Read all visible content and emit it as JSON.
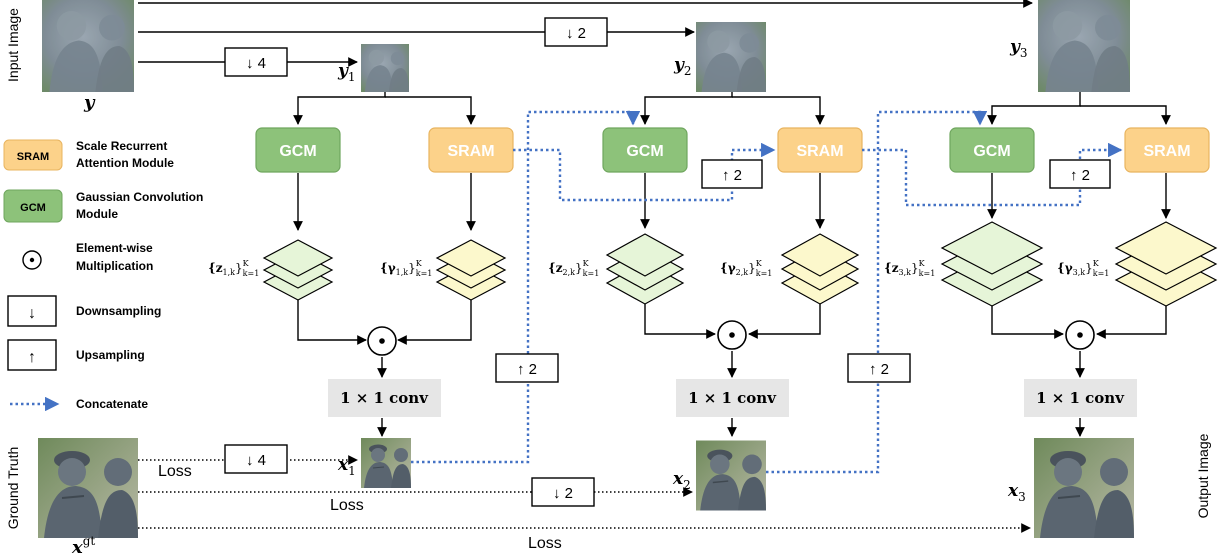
{
  "labels": {
    "input_image": "Input Image",
    "ground_truth": "Ground Truth",
    "output_image": "Output Image",
    "y": "y",
    "y1": "y",
    "y1_sub": "1",
    "y2": "y",
    "y2_sub": "2",
    "y3": "y",
    "y3_sub": "3",
    "x1": "x",
    "x1_sub": "1",
    "x2": "x",
    "x2_sub": "2",
    "x3": "x",
    "x3_sub": "3",
    "xgt": "x",
    "xgt_sup": "gt",
    "z1": "{z",
    "z1_sub": "1,k",
    "z2": "{z",
    "z2_sub": "2,k",
    "z3": "{z",
    "z3_sub": "3,k",
    "g1": "{γ",
    "g1_sub": "1,k",
    "g2": "{γ",
    "g2_sub": "2,k",
    "g3": "{γ",
    "g3_sub": "3,k",
    "set_close": "}",
    "set_sup": "K",
    "set_sub": "k=1"
  },
  "ops": {
    "down4": "↓ 4",
    "down2": "↓ 2",
    "up2": "↑ 2",
    "conv": "1 × 1 conv",
    "loss": "Loss",
    "gcm": "GCM",
    "sram": "SRAM"
  },
  "legend": {
    "sram_badge": "SRAM",
    "sram_line1": "Scale Recurrent",
    "sram_line2": "Attention Module",
    "gcm_badge": "GCM",
    "gcm_line1": "Gaussian Convolution",
    "gcm_line2": "Module",
    "dot_line1": "Element-wise",
    "dot_line2": "Multiplication",
    "down_symbol": "↓",
    "down_label": "Downsampling",
    "up_symbol": "↑",
    "up_label": "Upsampling",
    "concat_label": "Concatenate"
  },
  "colors": {
    "gcm_fill": "#8dc27a",
    "gcm_stroke": "#6fa65e",
    "sram_fill": "#fcd28a",
    "sram_stroke": "#e8b45f",
    "conv_fill": "#e6e6e6",
    "z_layer_fill": "#e6f5d8",
    "g_layer_fill": "#fcf8cc",
    "concat_line": "#4472c4"
  }
}
